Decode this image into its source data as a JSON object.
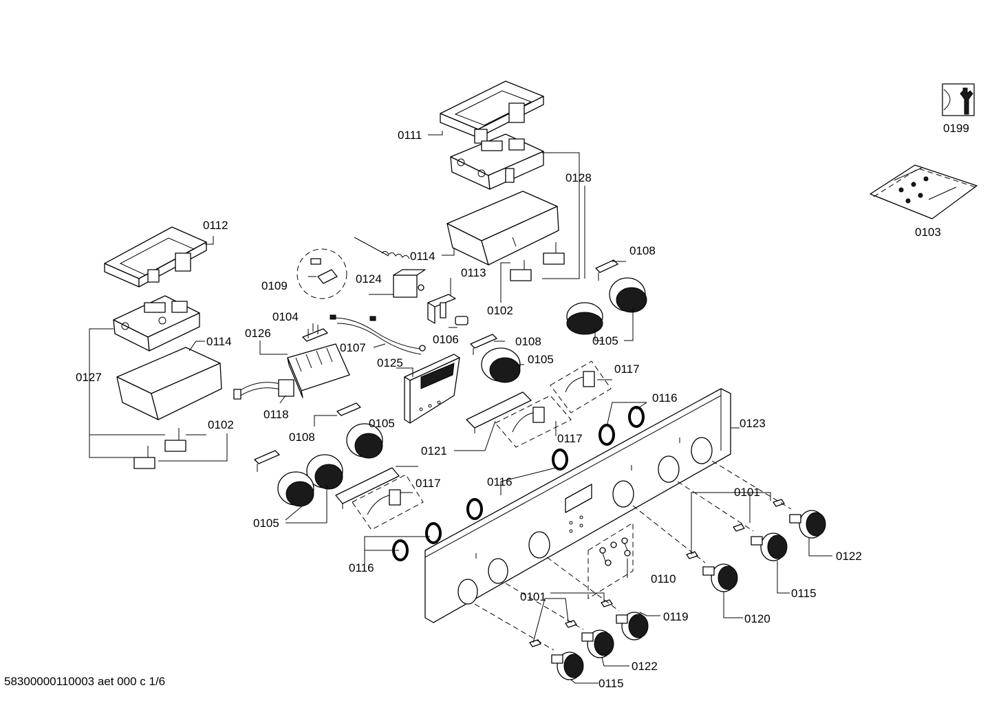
{
  "diagram": {
    "footer_code": "58300000110003 aet 000 c 1/6",
    "part_labels": {
      "p0111": "0111",
      "p0128": "0128",
      "p0199": "0199",
      "p0103": "0103",
      "p0112": "0112",
      "p0114a": "0114",
      "p0114b": "0114",
      "p0109": "0109",
      "p0124": "0124",
      "p0113": "0113",
      "p0102a": "0102",
      "p0102b": "0102",
      "p0108a": "0108",
      "p0108b": "0108",
      "p0108c": "0108",
      "p0104": "0104",
      "p0126": "0126",
      "p0107": "0107",
      "p0106": "0106",
      "p0105a": "0105",
      "p0105b": "0105",
      "p0105c": "0105",
      "p0105d": "0105",
      "p0127": "0127",
      "p0125": "0125",
      "p0117a": "0117",
      "p0117b": "0117",
      "p0117c": "0117",
      "p0116a": "0116",
      "p0116b": "0116",
      "p0116c": "0116",
      "p0118": "0118",
      "p0123": "0123",
      "p0121": "0121",
      "p0101a": "0101",
      "p0101b": "0101",
      "p0122a": "0122",
      "p0122b": "0122",
      "p0110": "0110",
      "p0115a": "0115",
      "p0115b": "0115",
      "p0119": "0119",
      "p0120": "0120"
    }
  }
}
